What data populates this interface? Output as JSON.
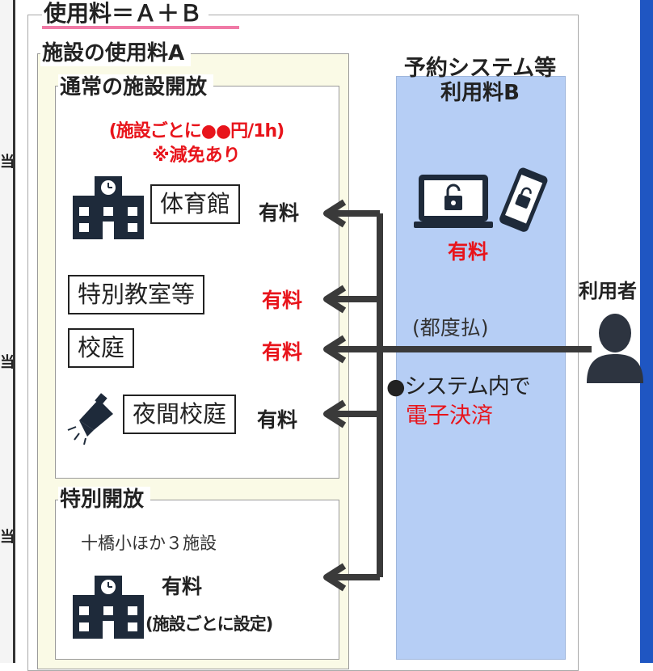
{
  "header": {
    "formula": "使用料＝Ａ＋Ｂ"
  },
  "section_a": {
    "title": "施設の使用料A",
    "normal": {
      "title": "通常の施設開放",
      "price_note": "(施設ごとに●●円/1h)",
      "discount_note": "※減免あり",
      "items": [
        {
          "name": "体育館",
          "fee": "有料"
        },
        {
          "name": "特別教室等",
          "fee": "有料"
        },
        {
          "name": "校庭",
          "fee": "有料"
        },
        {
          "name": "夜間校庭",
          "fee": "有料"
        }
      ]
    },
    "special": {
      "title": "特別開放",
      "subtitle": "十橋小ほか３施設",
      "fee": "有料",
      "fee_note": "(施設ごとに設定)"
    }
  },
  "section_b": {
    "title_line1": "予約システム等",
    "title_line2": "利用料B",
    "fee": "有料",
    "payment_note": "(都度払)",
    "system_note": "●システム内で",
    "system_payment": "電子決済"
  },
  "user": {
    "label": "利用者"
  },
  "left_edge_chars": [
    "当",
    "当",
    "当"
  ],
  "colors": {
    "paid_red": "#e8141b",
    "panel_b": "#b6cef5",
    "panel_a": "#fafae6",
    "arrow": "#3a3a3a",
    "underline_pink": "#f07aa6",
    "right_edge_blue": "#1f56c2"
  }
}
